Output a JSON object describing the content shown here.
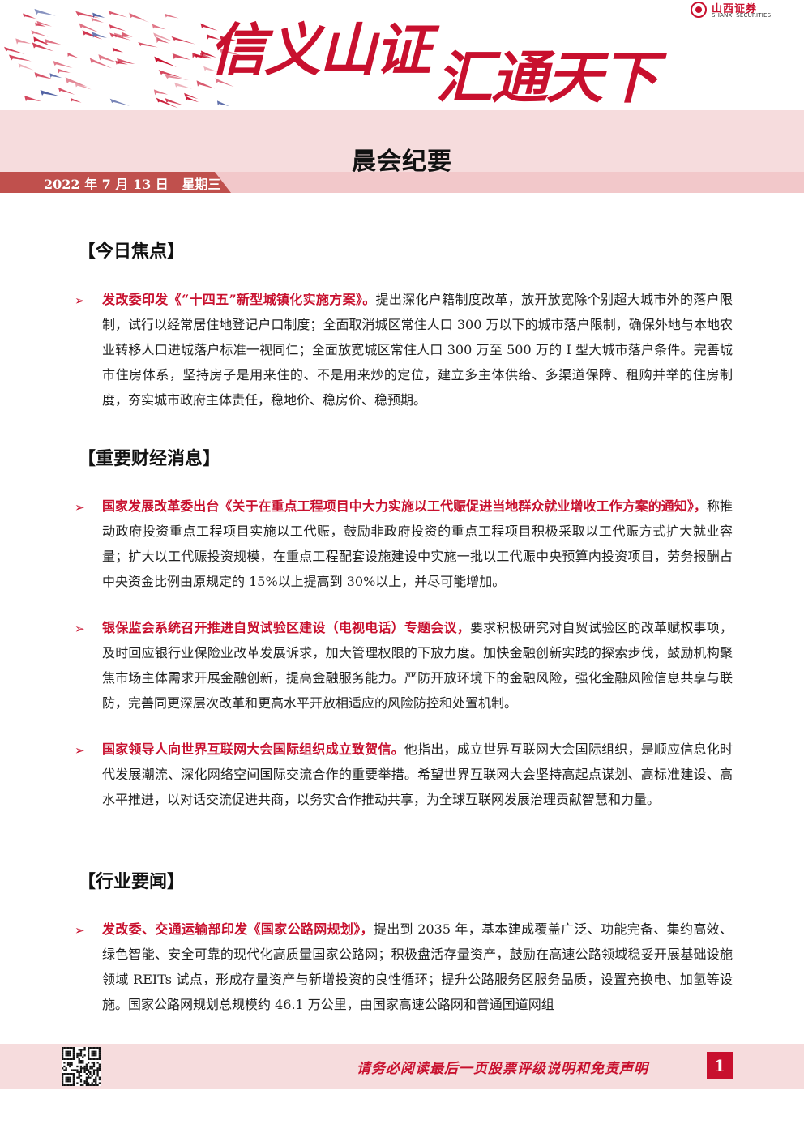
{
  "banner": {
    "slogan_part1": "信义山证",
    "slogan_part2": "汇通天下",
    "brand_name_cn": "山西证券",
    "brand_name_en": "SHANXI SECURITIES"
  },
  "header": {
    "title": "晨会纪要",
    "date_label": "2022 年 7 月 13 日",
    "weekday": "星期三"
  },
  "sections": [
    {
      "heading": "【今日焦点】",
      "items": [
        {
          "highlight": "发改委印发《“十四五”新型城镇化实施方案》。",
          "body": "提出深化户籍制度改革，放开放宽除个别超大城市外的落户限制，试行以经常居住地登记户口制度；全面取消城区常住人口 300 万以下的城市落户限制，确保外地与本地农业转移人口进城落户标准一视同仁；全面放宽城区常住人口 300 万至 500 万的 I 型大城市落户条件。完善城市住房体系，坚持房子是用来住的、不是用来炒的定位，建立多主体供给、多渠道保障、租购并举的住房制度，夯实城市政府主体责任，稳地价、稳房价、稳预期。"
        }
      ]
    },
    {
      "heading": "【重要财经消息】",
      "items": [
        {
          "highlight": "国家发展改革委出台《关于在重点工程项目中大力实施以工代赈促进当地群众就业增收工作方案的通知》，",
          "body": "称推动政府投资重点工程项目实施以工代赈，鼓励非政府投资的重点工程项目积极采取以工代赈方式扩大就业容量；扩大以工代赈投资规模，在重点工程配套设施建设中实施一批以工代赈中央预算内投资项目，劳务报酬占中央资金比例由原规定的 15%以上提高到 30%以上，并尽可能增加。"
        },
        {
          "highlight": "银保监会系统召开推进自贸试验区建设（电视电话）专题会议，",
          "body": "要求积极研究对自贸试验区的改革赋权事项，及时回应银行业保险业改革发展诉求，加大管理权限的下放力度。加快金融创新实践的探索步伐，鼓励机构聚焦市场主体需求开展金融创新，提高金融服务能力。严防开放环境下的金融风险，强化金融风险信息共享与联防，完善同更深层次改革和更高水平开放相适应的风险防控和处置机制。"
        },
        {
          "highlight": "国家领导人向世界互联网大会国际组织成立致贺信。",
          "body": "他指出，成立世界互联网大会国际组织，是顺应信息化时代发展潮流、深化网络空间国际交流合作的重要举措。希望世界互联网大会坚持高起点谋划、高标准建设、高水平推进，以对话交流促进共商，以务实合作推动共享，为全球互联网发展治理贡献智慧和力量。"
        }
      ]
    },
    {
      "heading": "【行业要闻】",
      "items": [
        {
          "highlight": "发改委、交通运输部印发《国家公路网规划》，",
          "body": "提出到 2035 年，基本建成覆盖广泛、功能完备、集约高效、绿色智能、安全可靠的现代化高质量国家公路网；积极盘活存量资产，鼓励在高速公路领域稳妥开展基础设施领域 REITs 试点，形成存量资产与新增投资的良性循环；提升公路服务区服务品质，设置充换电、加氢等设施。国家公路网规划总规模约 46.1 万公里，由国家高速公路网和普通国道网组"
        }
      ]
    }
  ],
  "footer": {
    "note": "请务必阅读最后一页股票评级说明和免责声明",
    "page_number": "1"
  },
  "colors": {
    "brand_red": "#c8102e",
    "band_pink": "#f6dcdd",
    "date_tab": "#c0504d"
  }
}
